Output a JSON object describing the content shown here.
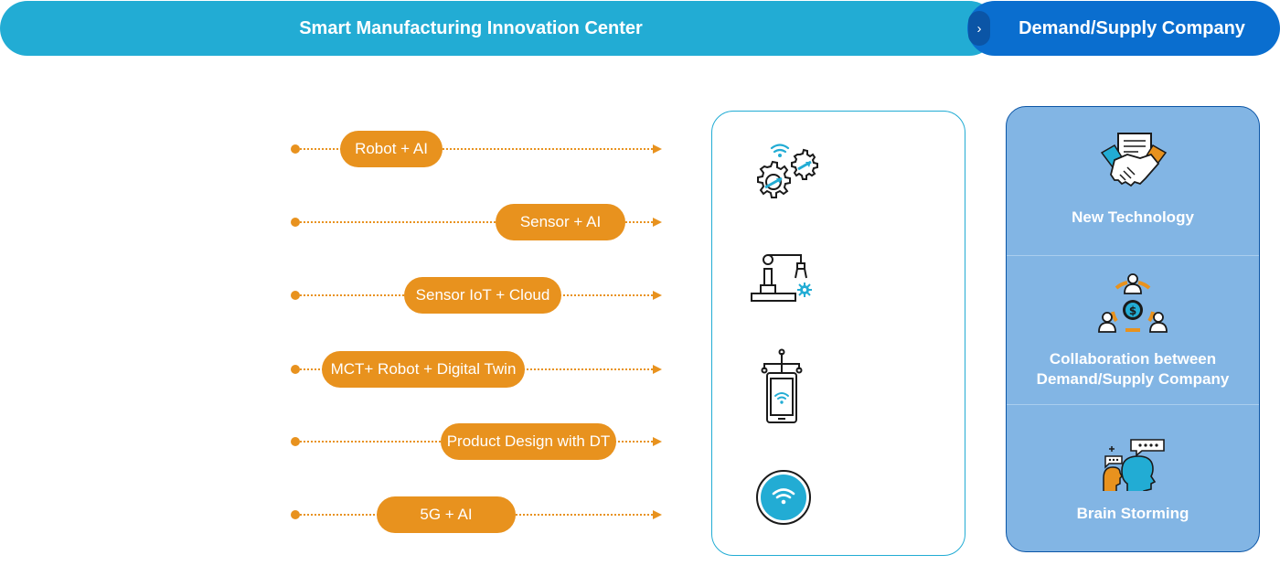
{
  "header": {
    "left_title": "Smart Manufacturing Innovation Center",
    "right_title": "Demand/Supply Company",
    "chevron": "›"
  },
  "technologies": [
    {
      "label": "Robot + AI"
    },
    {
      "label": "Sensor + AI"
    },
    {
      "label": "Sensor IoT + Cloud"
    },
    {
      "label": "MCT+ Robot + Digital Twin"
    },
    {
      "label": "Product Design with DT"
    },
    {
      "label": "5G + AI"
    }
  ],
  "icons": [
    "gears-wifi-icon",
    "robot-arm-icon",
    "smartphone-wifi-icon",
    "wifi-circle-icon"
  ],
  "company_panel": {
    "items": [
      {
        "label": "New Technology",
        "icon": "handshake-contract-icon"
      },
      {
        "label": "Collaboration between Demand/Supply Company",
        "icon": "collaboration-cycle-icon"
      },
      {
        "label": "Brain Storming",
        "icon": "brainstorm-heads-icon"
      }
    ]
  },
  "colors": {
    "left_banner": "#22acd4",
    "right_banner": "#0a6ecf",
    "pill": "#e8921e",
    "panel_fill": "#82b5e4",
    "accent_blue": "#22acd4"
  }
}
